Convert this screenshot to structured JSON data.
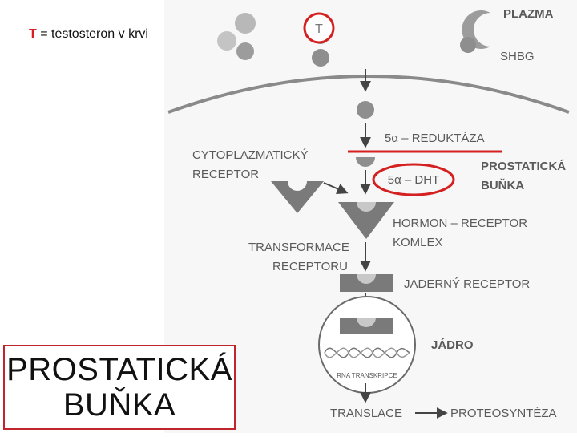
{
  "legend": {
    "symbol": "T",
    "text": " = testosteron v krvi"
  },
  "diagram": {
    "t_circle": "T",
    "plazma": "PLAZMA",
    "shbg": "SHBG",
    "reduktaza": "5α – REDUKTÁZA",
    "prostaticka_line1": "PROSTATICKÁ",
    "prostaticka_line2": "BUŇKA",
    "dht": "5α – DHT",
    "cyto_line1": "CYTOPLAZMATICKÝ",
    "cyto_line2": "RECEPTOR",
    "hormon_line1": "HORMON – RECEPTOR",
    "hormon_line2": "KOMLEX",
    "transf_line1": "TRANSFORMACE",
    "transf_line2": "RECEPTORU",
    "jaderny": "JADERNÝ RECEPTOR",
    "jadro": "JÁDRO",
    "rna": "RNA TRANSKRIPCE",
    "translace": "TRANSLACE",
    "proteosynteza": "PROTEOSYNTÉZA"
  },
  "big_label": {
    "line1": "PROSTATICKÁ",
    "line2": "BUŇKA"
  },
  "colors": {
    "highlight_red": "#d42020",
    "figure_gray": "#8c8c8c",
    "figure_text": "#5a5a5a"
  }
}
